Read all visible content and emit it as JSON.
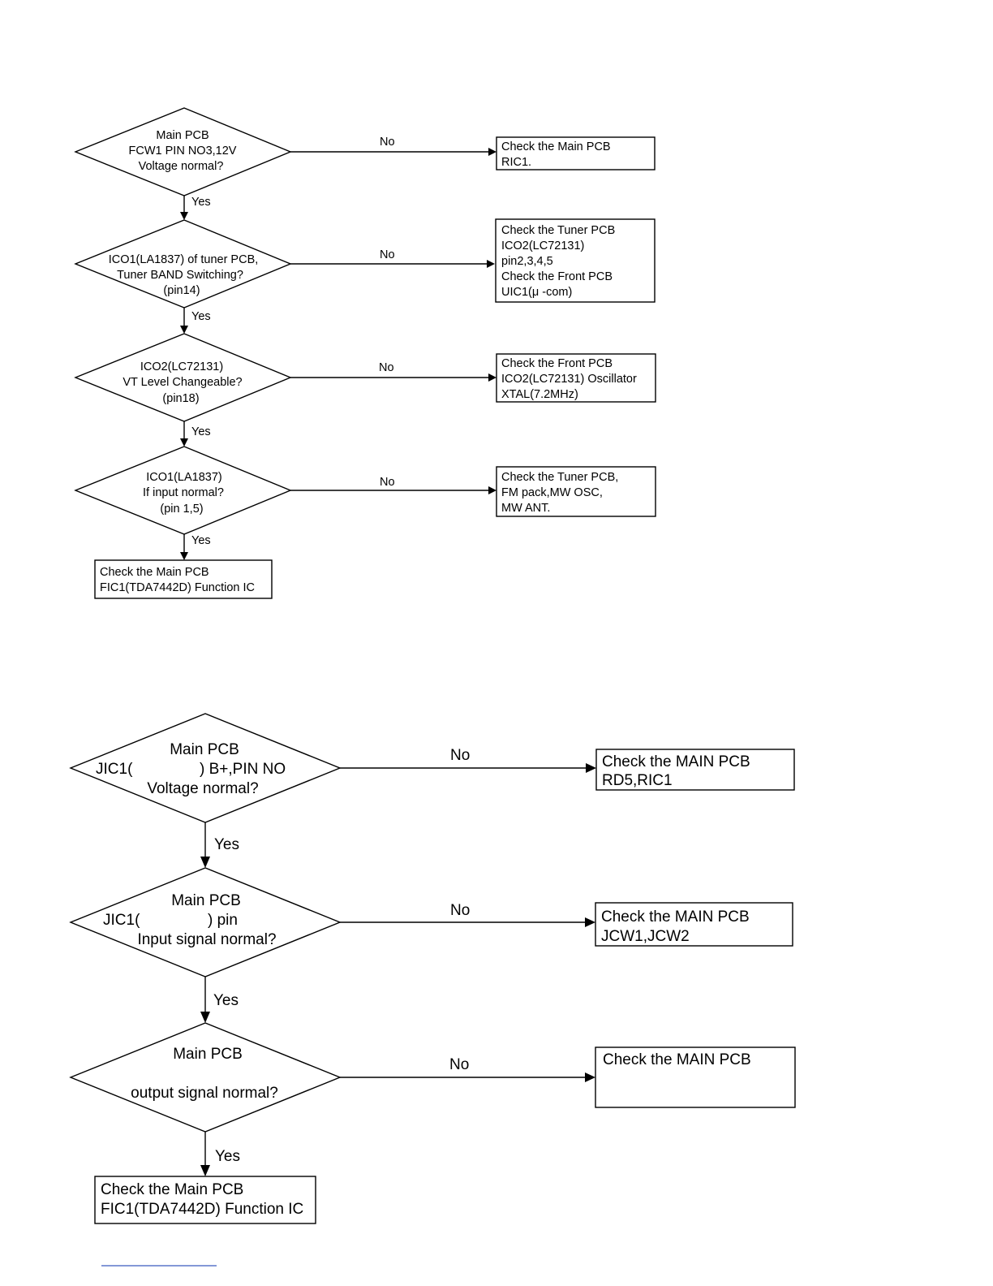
{
  "flow1": {
    "decision1": [
      "Main PCB",
      "FCW1 PIN NO3,12V",
      "Voltage normal?"
    ],
    "decision2": [
      "ICO1(LA1837) of tuner PCB,",
      "Tuner BAND Switching?",
      "(pin14)"
    ],
    "decision3": [
      "ICO2(LC72131)",
      "VT Level Changeable?",
      "(pin18)"
    ],
    "decision4": [
      "ICO1(LA1837)",
      "If input normal?",
      "(pin 1,5)"
    ],
    "action1": [
      "Check the Main PCB",
      "RIC1."
    ],
    "action2": [
      "Check the Tuner PCB",
      "ICO2(LC72131)",
      "pin2,3,4,5",
      "Check the Front PCB",
      "UIC1(μ -com)"
    ],
    "action3": [
      "Check the Front PCB",
      "ICO2(LC72131) Oscillator",
      "XTAL(7.2MHz)"
    ],
    "action4": [
      "Check the Tuner PCB,",
      "FM pack,MW OSC,",
      "MW ANT."
    ],
    "final": [
      "Check the Main PCB",
      "FIC1(TDA7442D) Function IC"
    ]
  },
  "flow2": {
    "decision1": [
      "Main PCB",
      "JIC1(",
      ") B+,PIN NO",
      "Voltage normal?"
    ],
    "decision2": [
      "Main PCB",
      "JIC1(",
      ") pin",
      "Input signal normal?"
    ],
    "decision3": [
      "Main PCB",
      "output signal normal?"
    ],
    "action1": [
      "Check the MAIN PCB",
      "RD5,RIC1"
    ],
    "action2": [
      "Check the MAIN PCB",
      "JCW1,JCW2"
    ],
    "action3": [
      "Check the MAIN PCB"
    ],
    "final": [
      "Check the Main PCB",
      "FIC1(TDA7442D) Function IC"
    ]
  },
  "labels": {
    "no": "No",
    "yes": "Yes"
  }
}
